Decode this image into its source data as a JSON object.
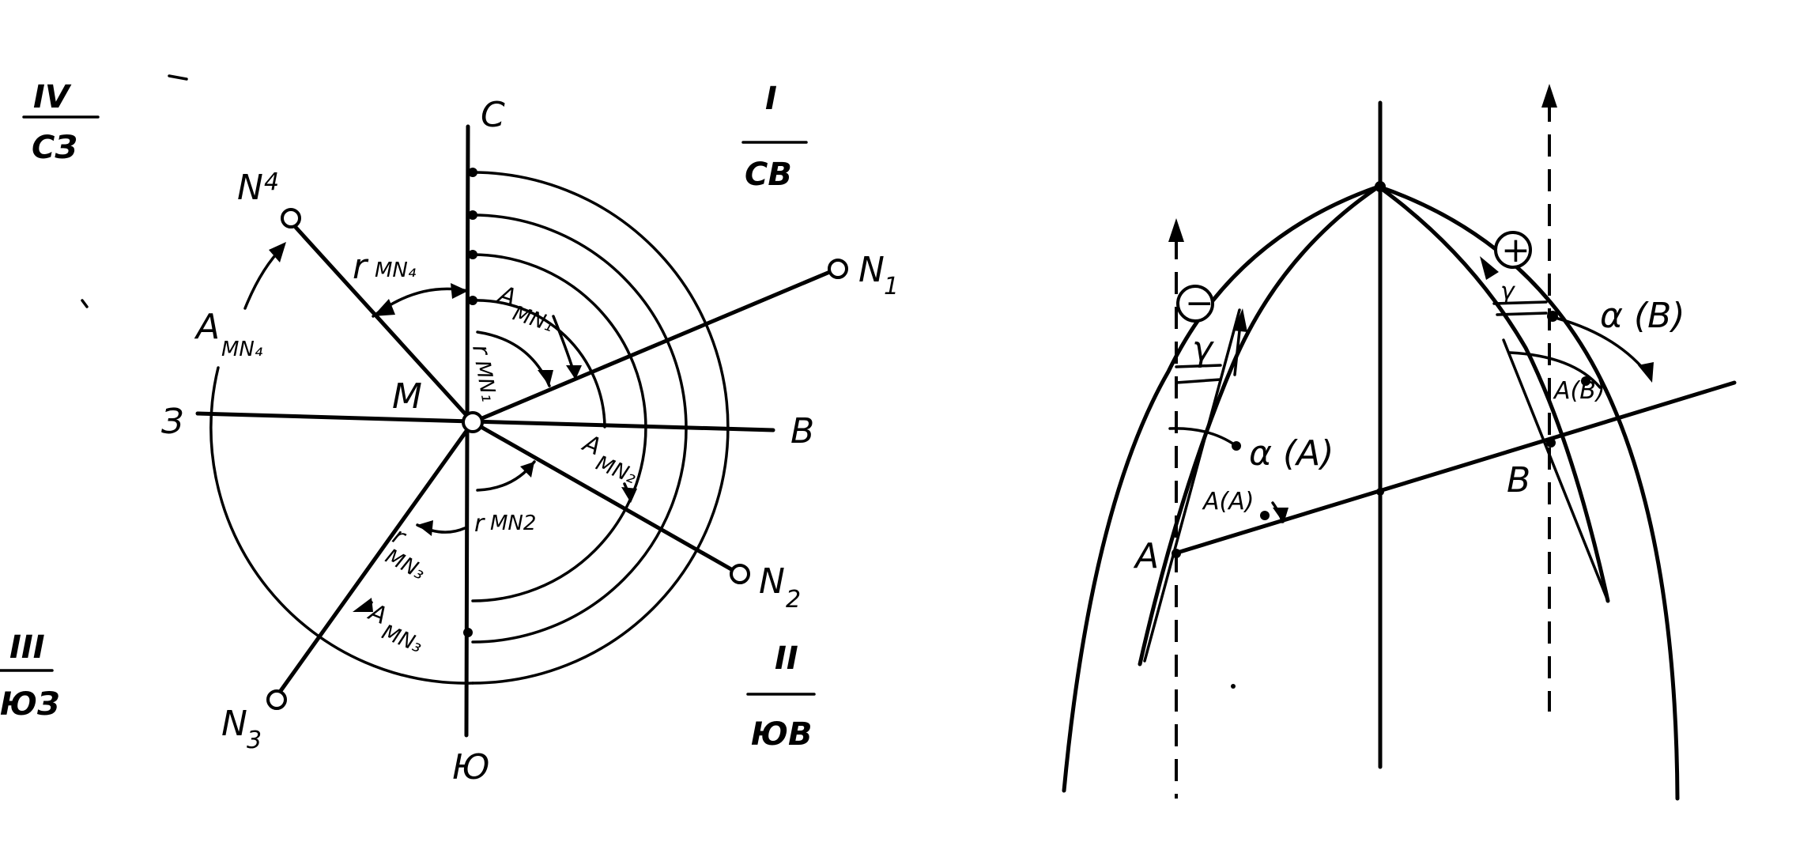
{
  "left_diagram": {
    "center": "M",
    "directions": {
      "north": "С",
      "east": "В",
      "south": "Ю",
      "west": "З"
    },
    "quadrants": {
      "q1": {
        "numeral": "I",
        "name": "СВ"
      },
      "q2": {
        "numeral": "II",
        "name": "ЮВ"
      },
      "q3": {
        "numeral": "III",
        "name": "ЮЗ"
      },
      "q4": {
        "numeral": "IV",
        "name": "СЗ"
      }
    },
    "points": {
      "n1": "N",
      "n1_sub": "1",
      "n2": "N",
      "n2_sub": "2",
      "n3": "N",
      "n3_sub": "3",
      "n4": "N",
      "n4_sub": "4"
    },
    "angles": {
      "a1": "A",
      "a1_sub": "MN₁",
      "a2": "A",
      "a2_sub": "MN₂",
      "a3": "A",
      "a3_sub": "MN₃",
      "a4": "A",
      "a4_sub": "MN₄",
      "r1": "r",
      "r1_sub": "MN₁",
      "r2": "r",
      "r2_sub": "MN2",
      "r3": "r",
      "r3_sub": "MN₃",
      "r4": "r",
      "r4_sub": "MN₄"
    }
  },
  "right_diagram": {
    "point_a": "A",
    "point_b": "B",
    "alpha_a": "α (A)",
    "alpha_b": "α (B)",
    "azimuth_a": "A(A)",
    "azimuth_b": "A(B)",
    "gamma": "γ",
    "minus": "−",
    "plus": "+"
  }
}
